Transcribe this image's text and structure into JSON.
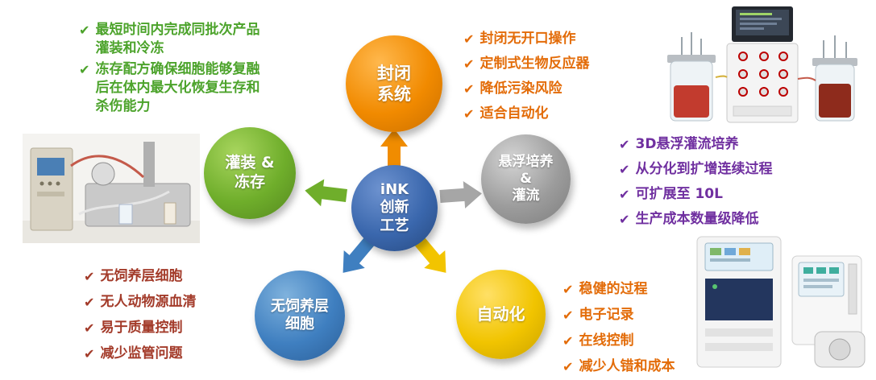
{
  "check": "✔",
  "hub": {
    "lines": [
      "iNK",
      "创新",
      "工艺"
    ]
  },
  "nodes": {
    "closed_system": {
      "lines": [
        "封闭",
        "系统"
      ]
    },
    "suspension": {
      "lines": [
        "悬浮培养",
        "&",
        "灌流"
      ]
    },
    "automation": {
      "lines": [
        "自动化"
      ]
    },
    "feeder_free": {
      "lines": [
        "无饲养层",
        "细胞"
      ]
    },
    "fill_freeze": {
      "lines": [
        "灌装 &",
        "冻存"
      ]
    }
  },
  "benefits": {
    "fill_freeze": {
      "items": [
        "最短时间内完成同批次产品灌装和冷冻",
        "冻存配方确保细胞能够复融后在体内最大化恢复生存和杀伤能力"
      ]
    },
    "closed_system": {
      "items": [
        "封闭无开口操作",
        "定制式生物反应器",
        "降低污染风险",
        "适合自动化"
      ]
    },
    "suspension": {
      "items": [
        "3D悬浮灌流培养",
        "从分化到扩增连续过程",
        "可扩展至 10L",
        "生产成本数量级降低"
      ]
    },
    "feeder_free": {
      "items": [
        "无饲养层细胞",
        "无人动物源血清",
        "易于质量控制",
        "减少监管问题"
      ]
    },
    "automation": {
      "items": [
        "稳健的过程",
        "电子记录",
        "在线控制",
        "减少人错和成本"
      ]
    }
  },
  "colors": {
    "green_text": "#4ca32b",
    "orange_text": "#e36c09",
    "purple_text": "#7030a0",
    "maroon_text": "#a33b2a",
    "node_orange": "#f18a00",
    "node_gray": "#9c9c9c",
    "node_yellow": "#f1c400",
    "node_blue": "#3f7fc0",
    "node_green": "#6fae2b",
    "hub_blue": "#3a67ad"
  }
}
